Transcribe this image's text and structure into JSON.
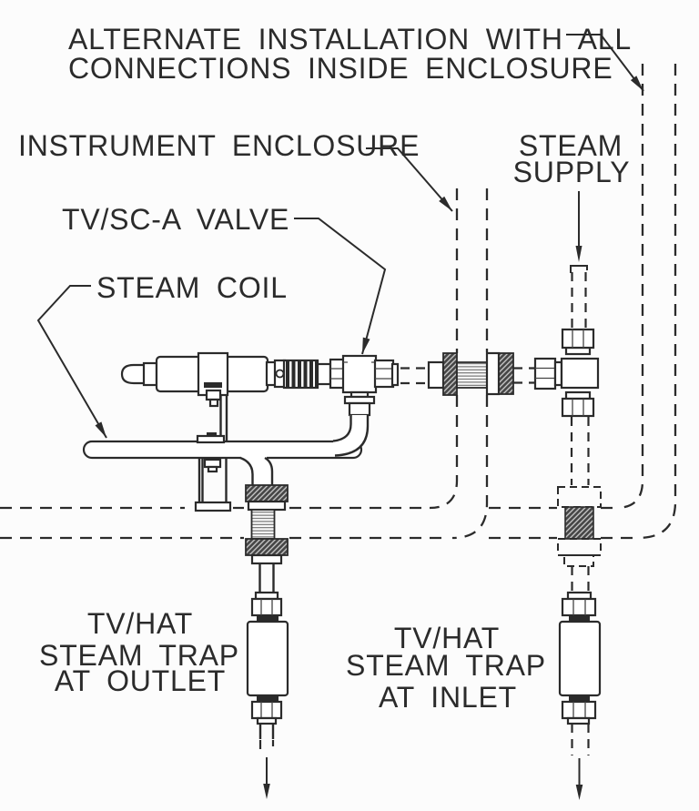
{
  "note": {
    "line1": "ALTERNATE INSTALLATION WITH ALL",
    "line2": "CONNECTIONS INSIDE ENCLOSURE"
  },
  "labels": {
    "instrument_enclosure": "INSTRUMENT ENCLOSURE",
    "steam_supply": {
      "line1": "STEAM",
      "line2": "SUPPLY"
    },
    "valve": "TV/SC-A VALVE",
    "steam_coil": "STEAM COIL",
    "trap_outlet": {
      "line1": "TV/HAT",
      "line2": "STEAM TRAP",
      "line3": "AT OUTLET"
    },
    "trap_inlet": {
      "line1": "TV/HAT",
      "line2": "STEAM TRAP",
      "line3": "AT INLET"
    }
  },
  "colors": {
    "line": "#2b2b2b",
    "background": "#fcfcfc",
    "fitting_fill": "#454545"
  }
}
